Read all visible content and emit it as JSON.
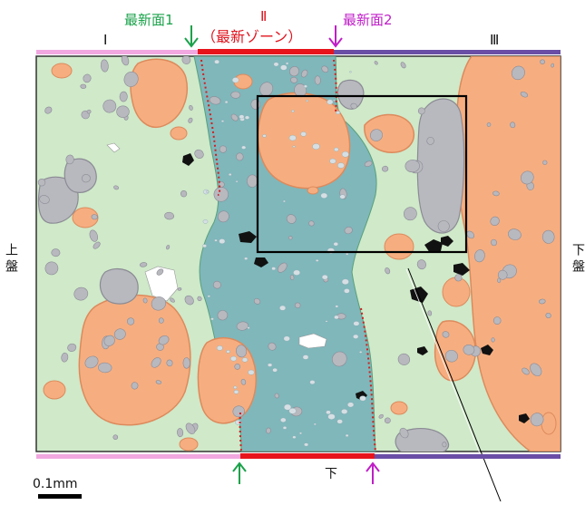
{
  "labels": {
    "surface1": "最新面1",
    "zone_numeral": "Ⅱ",
    "zone_name": "（最新ゾーン）",
    "surface2": "最新面2",
    "region_I": "Ⅰ",
    "region_III": "Ⅲ",
    "upper": "上盤",
    "lower": "下盤",
    "bottom": "下",
    "scale": "0.1mm"
  },
  "colors": {
    "frame_bg": "#b7dcb2",
    "matrix": "#cfe9c9",
    "zone": "#7fb7bb",
    "clast_orange": "#f6ae80",
    "clast_orange_edge": "#dd8a5c",
    "clast_gray": "#b8b8bf",
    "clast_gray_edge": "#8b8b94",
    "opaque": "#111111",
    "bar_I": "#f1a7e0",
    "bar_II": "#e8141c",
    "bar_III": "#6a4ea6",
    "arrow_green": "#1aa24a",
    "arrow_magenta": "#c01ec8",
    "surface_line": "#d02020"
  }
}
